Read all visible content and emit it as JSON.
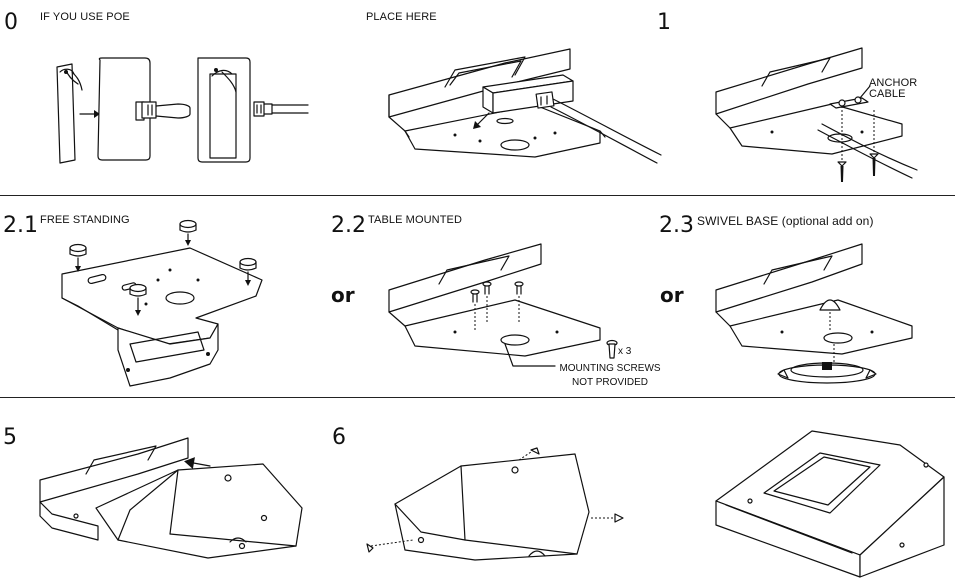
{
  "steps": {
    "s0": {
      "number": "0",
      "label": "IF YOU USE POE"
    },
    "sP": {
      "number": "",
      "label": "PLACE HERE"
    },
    "s1": {
      "number": "1",
      "label": "ANCHOR CABLE"
    },
    "s21": {
      "number": "2.1",
      "label": "FREE STANDING"
    },
    "s22": {
      "number": "2.2",
      "label": "TABLE MOUNTED"
    },
    "s23": {
      "number": "2.3",
      "label": "SWIVEL BASE (optional add on)"
    },
    "s5": {
      "number": "5",
      "label": ""
    },
    "s6": {
      "number": "6",
      "label": ""
    }
  },
  "or_word": "or",
  "screws": {
    "count": "x 3",
    "note_line1": "MOUNTING SCREWS",
    "note_line2": "NOT PROVIDED"
  },
  "colors": {
    "line": "#111111",
    "background": "#ffffff"
  }
}
